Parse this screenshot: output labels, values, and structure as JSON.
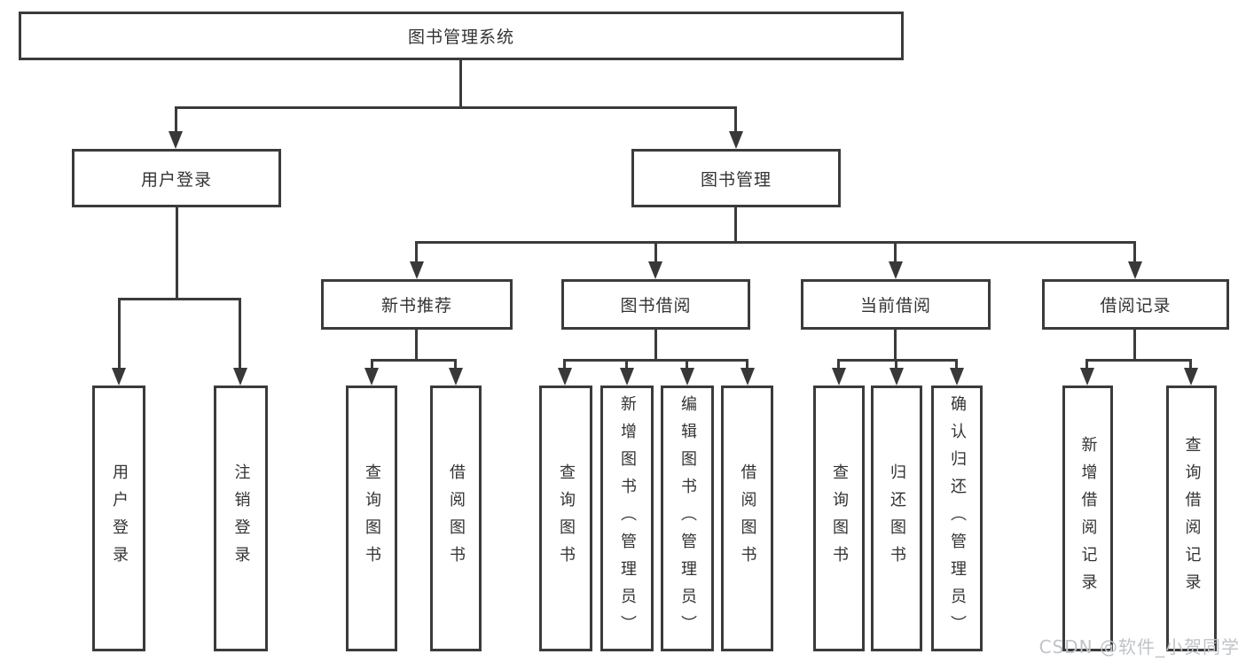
{
  "diagram": {
    "root": {
      "label": "图书管理系统"
    },
    "level2": [
      {
        "id": "user-login",
        "label": "用户登录"
      },
      {
        "id": "book-management",
        "label": "图书管理"
      }
    ],
    "level3": [
      {
        "id": "new-book-recommend",
        "label": "新书推荐"
      },
      {
        "id": "book-borrow",
        "label": "图书借阅"
      },
      {
        "id": "current-borrow",
        "label": "当前借阅"
      },
      {
        "id": "borrow-records",
        "label": "借阅记录"
      }
    ],
    "leaves": {
      "user_login": [
        {
          "label": "用户登录"
        },
        {
          "label": "注销登录"
        }
      ],
      "new_book_recommend": [
        {
          "label": "查询图书"
        },
        {
          "label": "借阅图书"
        }
      ],
      "book_borrow": [
        {
          "label": "查询图书"
        },
        {
          "label": "新增图书（管理员）"
        },
        {
          "label": "编辑图书（管理员）"
        },
        {
          "label": "借阅图书"
        }
      ],
      "current_borrow": [
        {
          "label": "查询图书"
        },
        {
          "label": "归还图书"
        },
        {
          "label": "确认归还（管理员）"
        }
      ],
      "borrow_records": [
        {
          "label": "新增借阅记录"
        },
        {
          "label": "查询借阅记录"
        }
      ]
    },
    "watermark": "CSDN @软件_小贺同学",
    "colors": {
      "line": "#3b3b3b",
      "text": "#333333",
      "watermark": "#c0c3c7",
      "background": "#ffffff"
    }
  }
}
